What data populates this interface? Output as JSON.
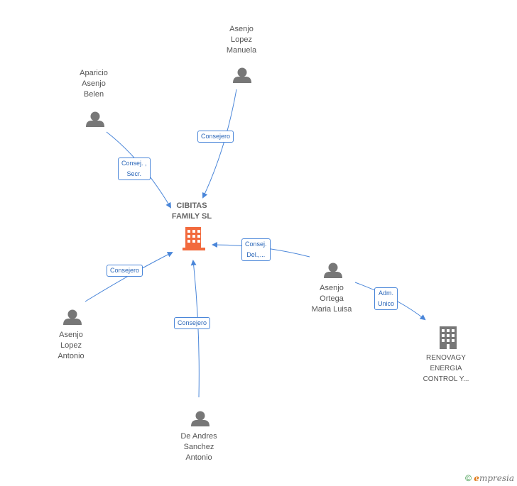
{
  "company": {
    "name_line1": "CIBITAS",
    "name_line2": "FAMILY SL"
  },
  "people": {
    "asenjo_lopez_manuela": [
      "Asenjo",
      "Lopez",
      "Manuela"
    ],
    "aparicio_asenjo_belen": [
      "Aparicio",
      "Asenjo",
      "Belen"
    ],
    "asenjo_ortega_maria_luisa": [
      "Asenjo",
      "Ortega",
      "Maria Luisa"
    ],
    "asenjo_lopez_antonio": [
      "Asenjo",
      "Lopez",
      "Antonio"
    ],
    "de_andres_sanchez_antonio": [
      "De Andres",
      "Sanchez",
      "Antonio"
    ]
  },
  "other_company": [
    "RENOVAGY",
    "ENERGIA",
    "CONTROL Y..."
  ],
  "edges": {
    "manuela": [
      "Consejero"
    ],
    "belen": [
      "Consej. ,",
      "Secr."
    ],
    "maria_luisa": [
      "Consej.",
      "Del.,..."
    ],
    "adm_unico": [
      "Adm.",
      "Unico"
    ],
    "antonio": [
      "Consejero"
    ],
    "de_andres": [
      "Consejero"
    ]
  },
  "footer": {
    "symbol": "©",
    "brand_e": "e",
    "brand_rest": "mpresia"
  },
  "colors": {
    "edge": "#4a86d9",
    "main_company": "#f26a3d",
    "person": "#777777",
    "company": "#777777"
  }
}
